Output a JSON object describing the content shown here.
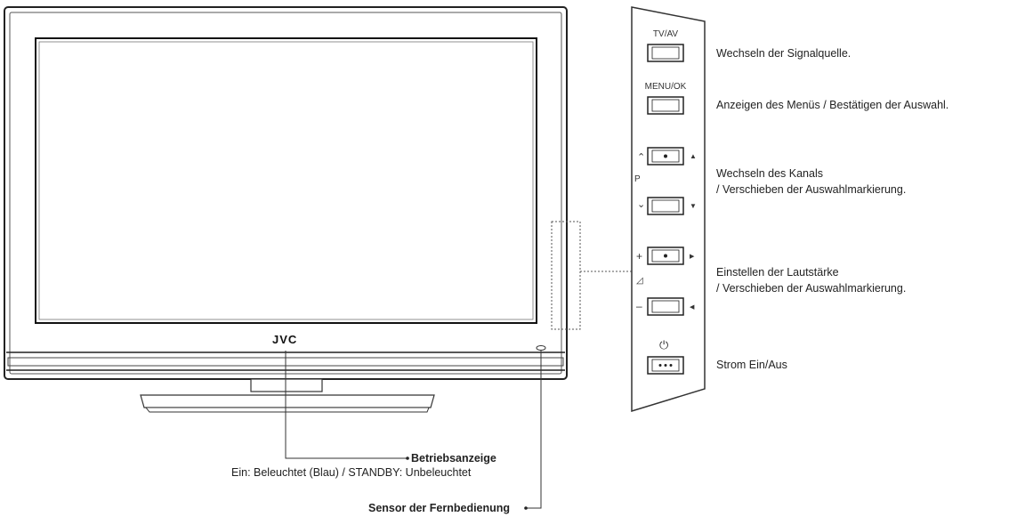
{
  "tv": {
    "brand": "JVC"
  },
  "panel": {
    "tvav_label": "TV/AV",
    "menu_label": "MENU/OK",
    "program_label": "P",
    "volume_symbol": "◿",
    "power_symbol": "⏻",
    "up_symbol": "⌃",
    "down_symbol": "⌄",
    "plus_symbol": "+",
    "minus_symbol": "–",
    "arrow_up": "▲",
    "arrow_down": "▼",
    "arrow_right": "▶",
    "arrow_left": "◀"
  },
  "descriptions": {
    "tvav": "Wechseln der Signalquelle.",
    "menu": "Anzeigen des Menüs / Bestätigen der Auswahl.",
    "channel_line1": "Wechseln des Kanals",
    "channel_line2": "/ Verschieben der Auswahlmarkierung.",
    "volume_line1": "Einstellen der Lautstärke",
    "volume_line2": "/ Verschieben der Auswahlmarkierung.",
    "power": "Strom Ein/Aus"
  },
  "callouts": {
    "indicator_title": "Betriebsanzeige",
    "indicator_detail": "Ein: Beleuchtet (Blau) / STANDBY: Unbeleuchtet",
    "sensor_title": "Sensor der Fernbedienung"
  }
}
